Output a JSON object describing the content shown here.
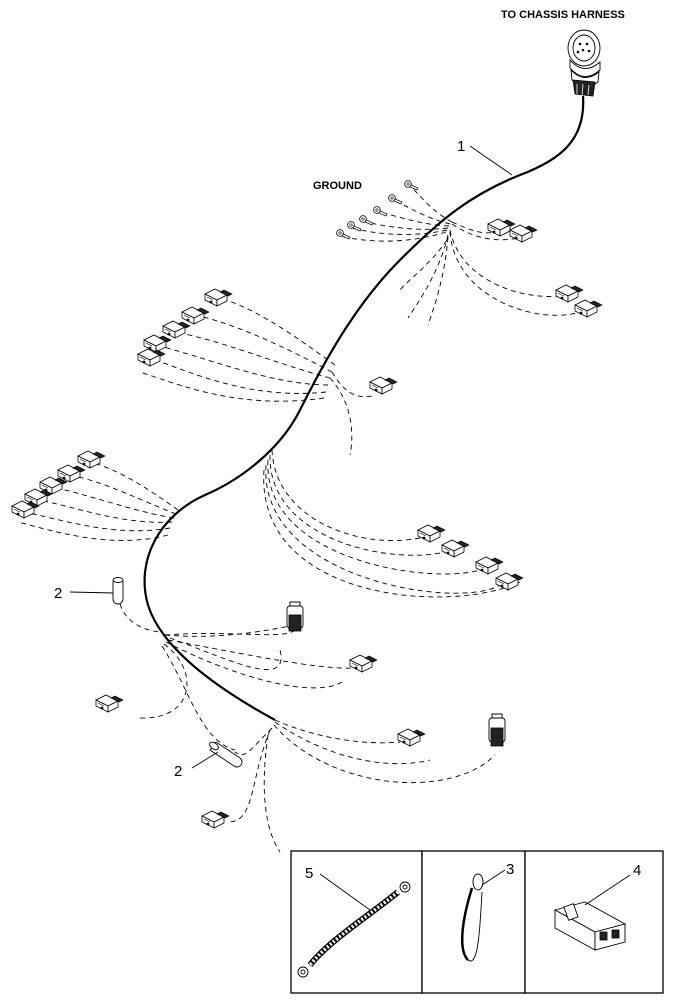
{
  "labels": {
    "chassis_harness": "TO CHASSIS HARNESS",
    "ground": "GROUND"
  },
  "callouts": {
    "harness": "1",
    "sleeve_upper": "2",
    "sleeve_lower": "2",
    "strap": "3",
    "connector": "4",
    "ground_strap": "5"
  },
  "icons": {
    "main_connector": "chassis-connector-icon",
    "terminal": "wire-terminal-icon",
    "ring_terminal": "ring-terminal-icon",
    "sleeve": "tube-sleeve-icon",
    "plug": "sealed-plug-icon",
    "braided_strap": "braided-ground-strap-icon",
    "tie_strap": "tie-strap-icon",
    "connector_body": "connector-body-icon"
  }
}
